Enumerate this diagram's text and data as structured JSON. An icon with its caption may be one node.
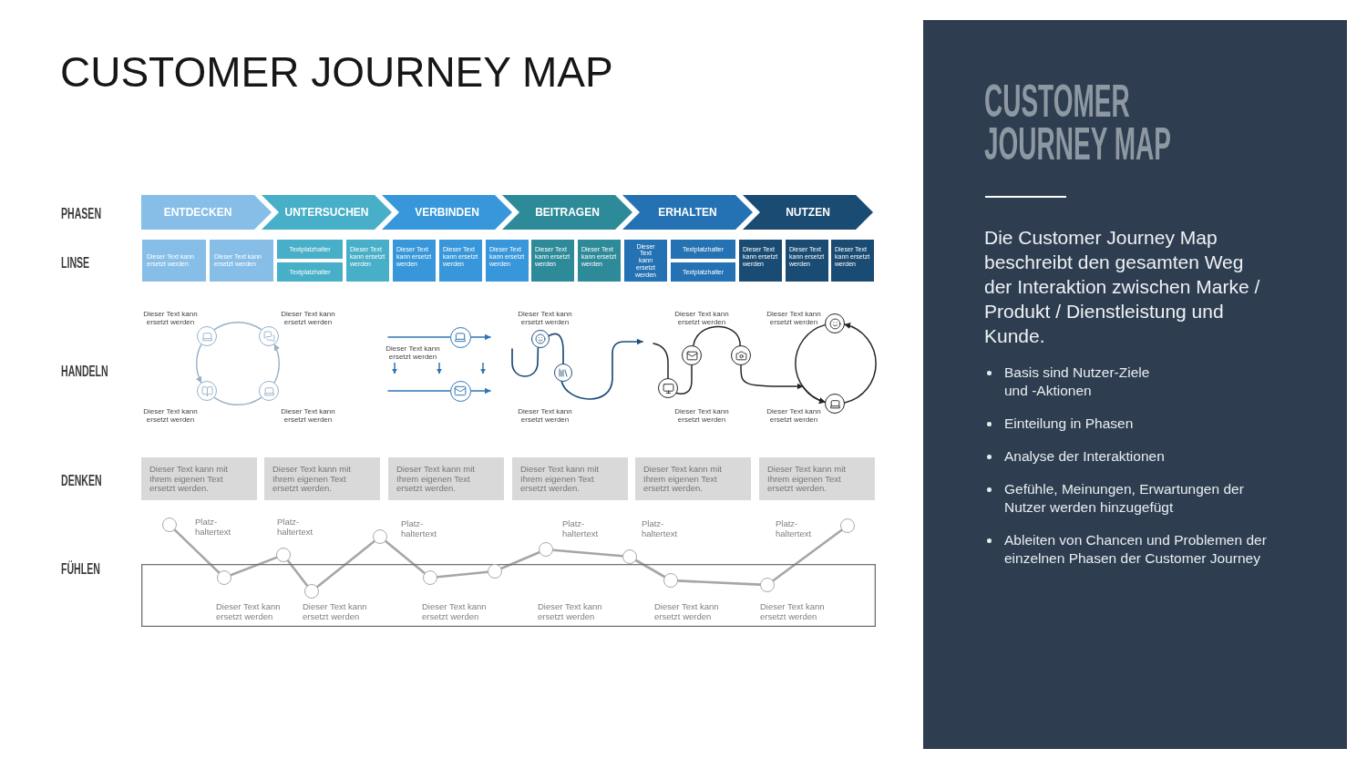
{
  "diagram": {
    "title": "CUSTOMER JOURNEY MAP",
    "nodes": [
      {
        "text": [
          "ENTDECKEN"
        ]
      },
      {
        "text": [
          "UNTERSUCHEN"
        ]
      },
      {
        "text": [
          "VERBINDEN"
        ]
      },
      {
        "text": [
          "BEITRAGEN"
        ]
      },
      {
        "text": [
          "ERHALTEN"
        ]
      },
      {
        "text": [
          "NUTZEN"
        ]
      },
      {
        "text": [
          "Dieser Text kann ersetzt werden"
        ]
      },
      {
        "text": [
          "Dieser Text kann ersetzt werden"
        ]
      },
      {
        "text": [
          "Textplatzhalter"
        ]
      },
      {
        "text": [
          "Textplatzhalter"
        ]
      },
      {
        "text": [
          "Dieser Text kann ersetzt werden"
        ]
      },
      {
        "text": [
          "Dieser Text kann ersetzt werden"
        ]
      },
      {
        "text": [
          "Dieser Text kann ersetzt werden"
        ]
      },
      {
        "text": [
          "Dieser Text kann ersetzt werden"
        ]
      },
      {
        "text": [
          "Dieser Text kann ersetzt werden"
        ]
      },
      {
        "text": [
          "Dieser Text kann ersetzt werden"
        ]
      },
      {
        "text": [
          "Dieser Text kann ersetzt werden"
        ]
      },
      {
        "text": [
          "Textplatzhalter"
        ]
      },
      {
        "text": [
          "Textplatzhalter"
        ]
      },
      {
        "text": [
          "Dieser Text kann ersetzt werden"
        ]
      },
      {
        "text": [
          "Dieser Text kann ersetzt werden"
        ]
      },
      {
        "text": [
          "Dieser Text kann ersetzt werden"
        ]
      },
      {
        "text": [],
        "shape": "circle",
        "beside": [
          "Dieser Text kann ersetzt werden"
        ]
      },
      {
        "text": [],
        "shape": "circle",
        "beside": [
          "Dieser Text kann ersetzt werden"
        ]
      },
      {
        "text": [],
        "shape": "circle",
        "beside": [
          "Dieser Text kann ersetzt werden"
        ]
      },
      {
        "text": [],
        "shape": "circle",
        "beside": [
          "Dieser Text kann ersetzt werden"
        ]
      },
      {
        "text": [],
        "shape": "circle",
        "beside": [
          "Dieser Text kann ersetzt werden"
        ]
      },
      {
        "text": [],
        "shape": "circle"
      },
      {
        "text": [],
        "shape": "circle",
        "beside": [
          "Dieser Text kann ersetzt werden"
        ]
      },
      {
        "text": [],
        "shape": "circle"
      },
      {
        "text": [],
        "shape": "circle",
        "beside": [
          "Dieser Text kann ersetzt werden"
        ]
      },
      {
        "text": [],
        "shape": "circle"
      },
      {
        "text": [],
        "shape": "circle"
      },
      {
        "text": [],
        "shape": "circle",
        "beside": [
          "Dieser Text kann ersetzt werden"
        ]
      },
      {
        "text": [],
        "shape": "circle",
        "beside": [
          "Dieser Text kann ersetzt werden"
        ]
      },
      {
        "text": [
          "Dieser Text kann mit Ihrem eigenen Text ersetzt werden."
        ]
      },
      {
        "text": [
          "Dieser Text kann mit Ihrem eigenen Text ersetzt werden."
        ]
      },
      {
        "text": [
          "Dieser Text kann mit Ihrem eigenen Text ersetzt werden."
        ]
      },
      {
        "text": [
          "Dieser Text kann mit Ihrem eigenen Text ersetzt werden."
        ]
      },
      {
        "text": [
          "Dieser Text kann mit Ihrem eigenen Text ersetzt werden."
        ]
      },
      {
        "text": [
          "Dieser Text kann mit Ihrem eigenen Text ersetzt werden."
        ]
      },
      {
        "text": [
          "Dieser Text kann ersetzt werden",
          "Dieser Text kann ersetzt werden",
          "Dieser Text kann ersetzt werden",
          "Dieser Text kann ersetzt werden",
          "Dieser Text kann ersetzt werden",
          "Dieser Text kann ersetzt werden"
        ]
      },
      {
        "text": [],
        "shape": "circle"
      },
      {
        "text": [],
        "shape": "circle",
        "in": 41
      },
      {
        "text": [],
        "shape": "circle"
      },
      {
        "text": [],
        "shape": "circle",
        "in": 41
      },
      {
        "text": [],
        "shape": "circle"
      },
      {
        "text": [],
        "shape": "circle",
        "in": 41
      },
      {
        "text": [],
        "shape": "circle",
        "in": 41
      },
      {
        "text": [],
        "shape": "circle"
      },
      {
        "text": [],
        "shape": "circle"
      },
      {
        "text": [],
        "shape": "circle",
        "in": 41
      },
      {
        "text": [],
        "shape": "circle",
        "in": 41
      },
      {
        "text": [],
        "shape": "circle"
      },
      {
        "text": [
          "CUSTOMER JOURNEY MAP",
          "Die Customer Journey Map beschreibt den gesamten Weg der Interaktion zwischen Marke / Produkt / Dienstleistung und Kunde.",
          "Basis sind Nutzer-Ziele und -Aktionen",
          "Einteilung in Phasen",
          "Analyse der Interaktionen",
          "Gefühle, Meinungen, Erwartungen der Nutzer werden hinzugefügt",
          "Ableiten von Chancen und Problemen der einzelnen Phasen der Customer Journey"
        ]
      }
    ],
    "edges": [
      {
        "from": 22,
        "to": 24,
        "arrow": "to",
        "color": "#97b0c8"
      },
      {
        "from": 22,
        "to": 23,
        "arrow": "none",
        "color": "#97b0c8"
      },
      {
        "from": 24,
        "to": 25,
        "arrow": "none",
        "color": "#97b0c8"
      },
      {
        "from": 25,
        "to": 23,
        "arrow": "to",
        "color": "#97b0c8"
      },
      {
        "from": null,
        "to": 26,
        "arrow": "none",
        "color": "#2e75b6"
      },
      {
        "from": 26,
        "to": null,
        "arrow": "to",
        "color": "#2e75b6"
      },
      {
        "from": null,
        "to": 27,
        "arrow": "none",
        "color": "#2e75b6"
      },
      {
        "from": 27,
        "to": null,
        "arrow": "to",
        "color": "#2e75b6"
      },
      {
        "from": null,
        "to": 28,
        "arrow": "none",
        "color": "#1f4e79"
      },
      {
        "from": 28,
        "to": 29,
        "arrow": "none",
        "color": "#1f4e79"
      },
      {
        "from": 29,
        "to": null,
        "arrow": "to",
        "color": "#1f4e79"
      },
      {
        "from": null,
        "to": 30,
        "arrow": "none",
        "color": "#262626"
      },
      {
        "from": 30,
        "to": 31,
        "arrow": "none",
        "color": "#262626"
      },
      {
        "from": 31,
        "to": 32,
        "arrow": "none",
        "color": "#262626"
      },
      {
        "from": 32,
        "to": 34,
        "arrow": "to",
        "color": "#262626"
      },
      {
        "from": 33,
        "to": 34,
        "arrow": "to",
        "color": "#262626"
      },
      {
        "from": 34,
        "to": 33,
        "arrow": "to",
        "color": "#262626"
      },
      {
        "from": 42,
        "to": 43,
        "arrow": "none"
      },
      {
        "from": 43,
        "to": 44,
        "arrow": "none"
      },
      {
        "from": 44,
        "to": 45,
        "arrow": "none"
      },
      {
        "from": 45,
        "to": 46,
        "arrow": "none"
      },
      {
        "from": 46,
        "to": 47,
        "arrow": "none"
      },
      {
        "from": 47,
        "to": 48,
        "arrow": "none"
      },
      {
        "from": 48,
        "to": 49,
        "arrow": "none"
      },
      {
        "from": 49,
        "to": 50,
        "arrow": "none"
      },
      {
        "from": 50,
        "to": 51,
        "arrow": "none"
      },
      {
        "from": 51,
        "to": 52,
        "arrow": "none"
      },
      {
        "from": 52,
        "to": 53,
        "arrow": "none"
      }
    ],
    "labels": [
      "PHASEN",
      "LINSE",
      "Dieser Text kann ersetzt werden",
      "HANDELN",
      "Dieser Text kann ersetzt werden",
      "DENKEN",
      "Platz- haltertext",
      "Platz- haltertext",
      "Platz- haltertext",
      "Platz- haltertext",
      "Platz- haltertext",
      "Platz- haltertext",
      "FÜHLEN"
    ]
  }
}
